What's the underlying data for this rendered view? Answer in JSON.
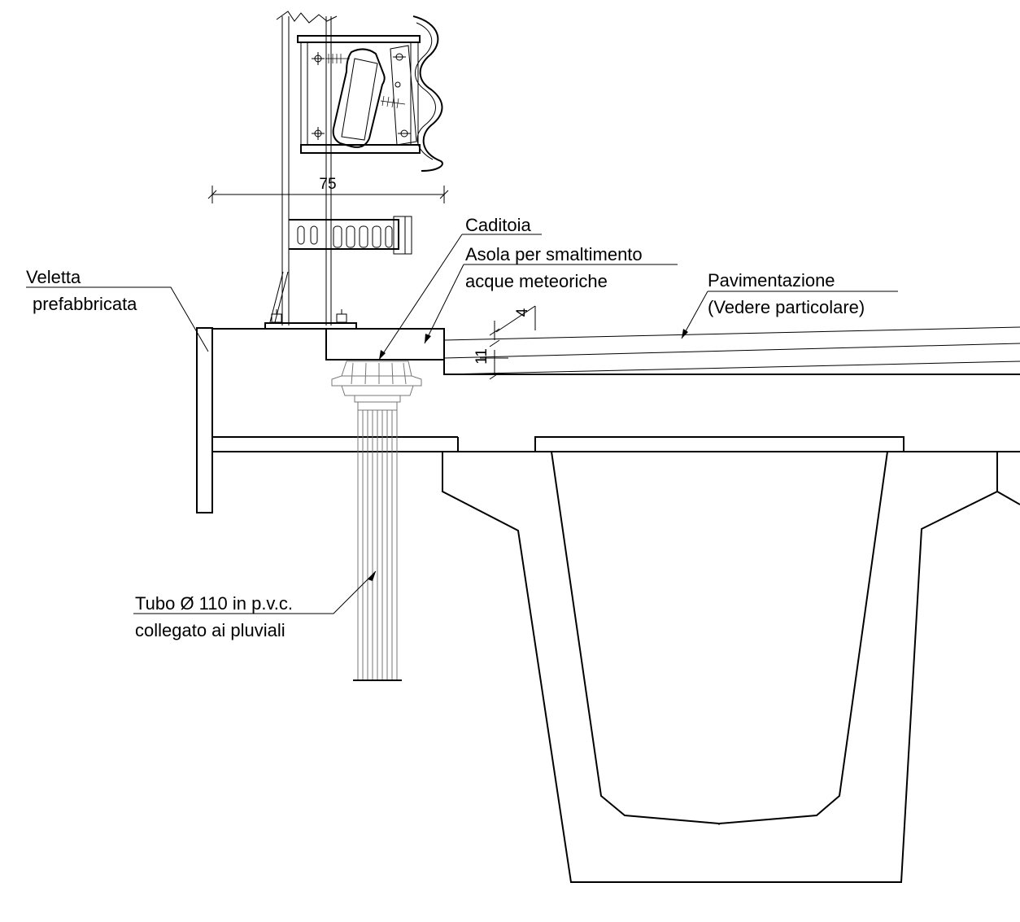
{
  "labels": {
    "veletta_line1": "Veletta",
    "veletta_line2": "prefabbricata",
    "caditoia": "Caditoia",
    "asola_line1": "Asola per smaltimento",
    "asola_line2": "acque meteoriche",
    "pavimentazione_line1": "Pavimentazione",
    "pavimentazione_line2": "(Vedere particolare)",
    "tubo_line1": "Tubo Ø 110 in p.v.c.",
    "tubo_line2": "collegato ai pluviali"
  },
  "dimensions": {
    "barrier_width": "75",
    "pavement_layer": "4",
    "curb_height": "11"
  }
}
